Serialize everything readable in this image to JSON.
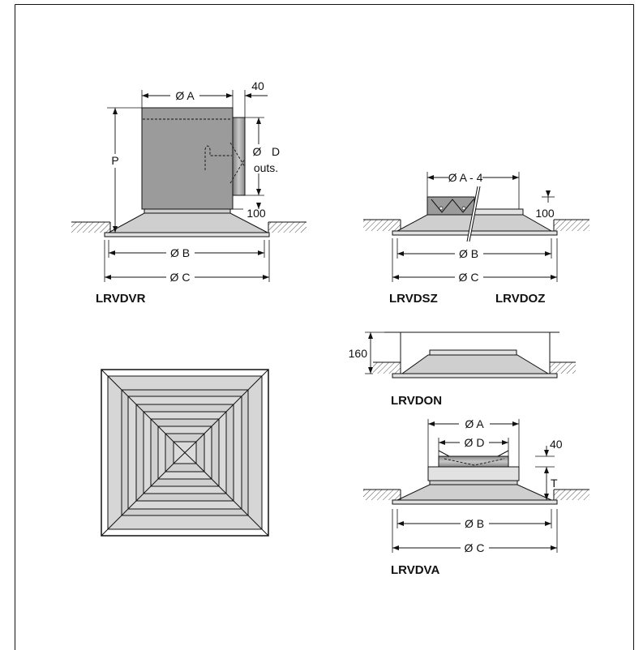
{
  "lrvdvr": {
    "label": "LRVDVR",
    "dim_a": "Ø A",
    "dim_40": "40",
    "dim_p": "P",
    "dim_d_symbol": "Ø",
    "dim_d_letter": "D",
    "dim_d_note": "outs.",
    "dim_100": "100",
    "dim_b": "Ø B",
    "dim_c": "Ø C"
  },
  "lrvdsz_lrvdoz": {
    "label_sz": "LRVDSZ",
    "label_oz": "LRVDOZ",
    "dim_a4": "Ø A - 4",
    "dim_100": "100",
    "dim_b": "Ø B",
    "dim_c": "Ø C"
  },
  "lrvdon": {
    "label": "LRVDON",
    "dim_160": "160"
  },
  "lrvdva": {
    "label": "LRVDVA",
    "dim_a": "Ø A",
    "dim_d": "Ø D",
    "dim_40": "40",
    "dim_t": "T",
    "dim_b": "Ø B",
    "dim_c": "Ø C"
  }
}
